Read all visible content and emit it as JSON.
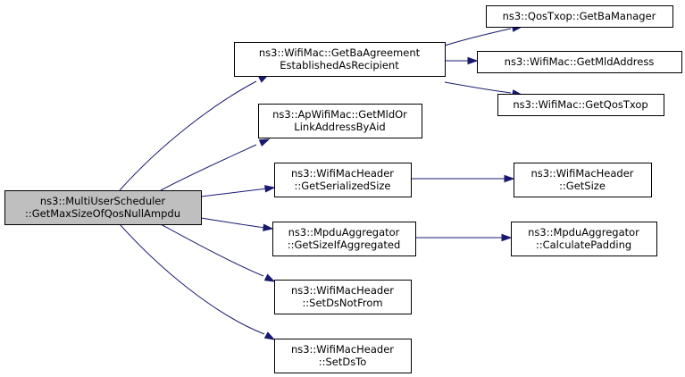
{
  "graph": {
    "colors": {
      "edge": "#191970",
      "root_fill": "#bfbfbf",
      "node_fill": "#ffffff",
      "border": "#000000"
    },
    "nodes": {
      "root": [
        "ns3::MultiUserScheduler",
        "::GetMaxSizeOfQosNullAmpdu"
      ],
      "ba_agreement": [
        "ns3::WifiMac::GetBaAgreement",
        "EstablishedAsRecipient"
      ],
      "mld_or_link": [
        "ns3::ApWifiMac::GetMldOr",
        "LinkAddressByAid"
      ],
      "serialized_size": [
        "ns3::WifiMacHeader",
        "::GetSerializedSize"
      ],
      "size_if_aggregated": [
        "ns3::MpduAggregator",
        "::GetSizeIfAggregated"
      ],
      "set_ds_not_from": [
        "ns3::WifiMacHeader",
        "::SetDsNotFrom"
      ],
      "set_ds_to": [
        "ns3::WifiMacHeader",
        "::SetDsTo"
      ],
      "ba_manager": [
        "ns3::QosTxop::GetBaManager"
      ],
      "mld_address": [
        "ns3::WifiMac::GetMldAddress"
      ],
      "qos_txop": [
        "ns3::WifiMac::GetQosTxop"
      ],
      "get_size": [
        "ns3::WifiMacHeader",
        "::GetSize"
      ],
      "calc_padding": [
        "ns3::MpduAggregator",
        "::CalculatePadding"
      ]
    },
    "edges": [
      [
        "root",
        "ba_agreement"
      ],
      [
        "root",
        "mld_or_link"
      ],
      [
        "root",
        "serialized_size"
      ],
      [
        "root",
        "size_if_aggregated"
      ],
      [
        "root",
        "set_ds_not_from"
      ],
      [
        "root",
        "set_ds_to"
      ],
      [
        "ba_agreement",
        "ba_manager"
      ],
      [
        "ba_agreement",
        "mld_address"
      ],
      [
        "ba_agreement",
        "qos_txop"
      ],
      [
        "serialized_size",
        "get_size"
      ],
      [
        "size_if_aggregated",
        "calc_padding"
      ]
    ]
  }
}
